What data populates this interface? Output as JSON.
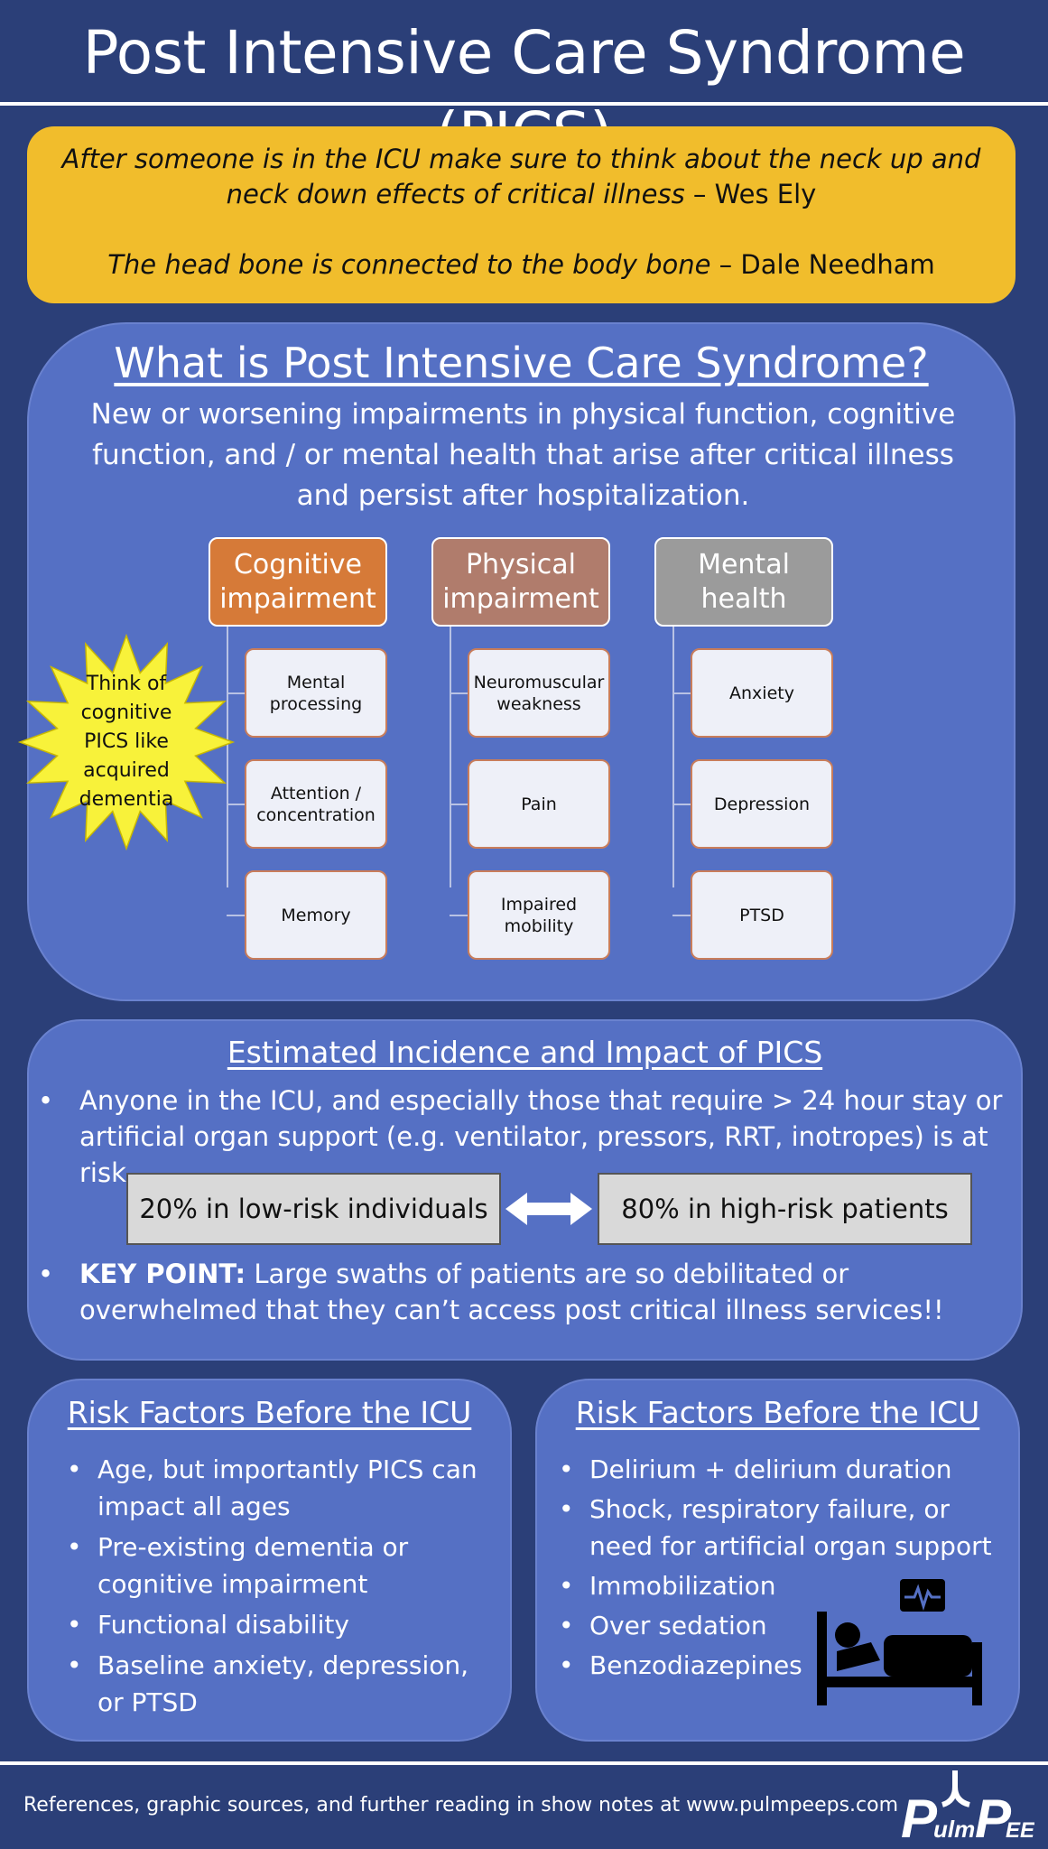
{
  "title": "Post Intensive Care Syndrome (PICS)",
  "quotes": [
    {
      "text": "After someone is in the ICU make sure to think about the neck up and neck down effects of critical illness",
      "author": "Wes Ely"
    },
    {
      "text": "The head bone is connected to the body bone",
      "author": "Dale Needham"
    }
  ],
  "what_is": {
    "heading": "What is Post Intensive Care Syndrome?",
    "definition": "New or worsening impairments in physical function, cognitive function, and / or mental health that arise after critical illness and persist after hospitalization.",
    "callout": "Think of cognitive PICS like acquired dementia",
    "categories": [
      {
        "label": "Cognitive impairment",
        "color": "#d67a38",
        "items": [
          "Mental processing",
          "Attention / concentration",
          "Memory"
        ]
      },
      {
        "label": "Physical impairment",
        "color": "#b07c6c",
        "items": [
          "Neuromuscular weakness",
          "Pain",
          "Impaired mobility"
        ]
      },
      {
        "label": "Mental health",
        "color": "#9b9b9b",
        "items": [
          "Anxiety",
          "Depression",
          "PTSD"
        ]
      }
    ]
  },
  "incidence": {
    "heading": "Estimated Incidence  and Impact of PICS",
    "bullet1": "Anyone in the ICU, and especially those that require > 24 hour stay or artificial organ support (e.g. ventilator, pressors, RRT, inotropes)  is at risk",
    "low_risk": "20% in low-risk individuals",
    "high_risk": "80% in high-risk patients",
    "key_point_label": "KEY POINT:",
    "key_point_text": " Large swaths of patients are so debilitated or overwhelmed that they can’t access post critical illness services!!"
  },
  "risk_before": {
    "heading": "Risk Factors Before the ICU",
    "items": [
      "Age, but  importantly PICS can impact all ages",
      "Pre-existing dementia or cognitive impairment",
      "Functional disability",
      "Baseline anxiety, depression, or PTSD"
    ]
  },
  "risk_during": {
    "heading": "Risk Factors Before the ICU",
    "items": [
      "Delirium + delirium duration",
      "Shock, respiratory failure, or need for artificial organ support",
      "Immobilization",
      "Over sedation",
      "Benzodiazepines"
    ],
    "icon": "hospital-bed-monitor-icon"
  },
  "footer": {
    "text": "References, graphic sources, and further reading in show notes at www.pulmpeeps.com",
    "logo_text": "PulmPEEPs"
  },
  "colors": {
    "background": "#2b3f78",
    "panel": "#5570c4",
    "quote_box": "#f1bd2c",
    "callout_star": "#f8f23a"
  }
}
